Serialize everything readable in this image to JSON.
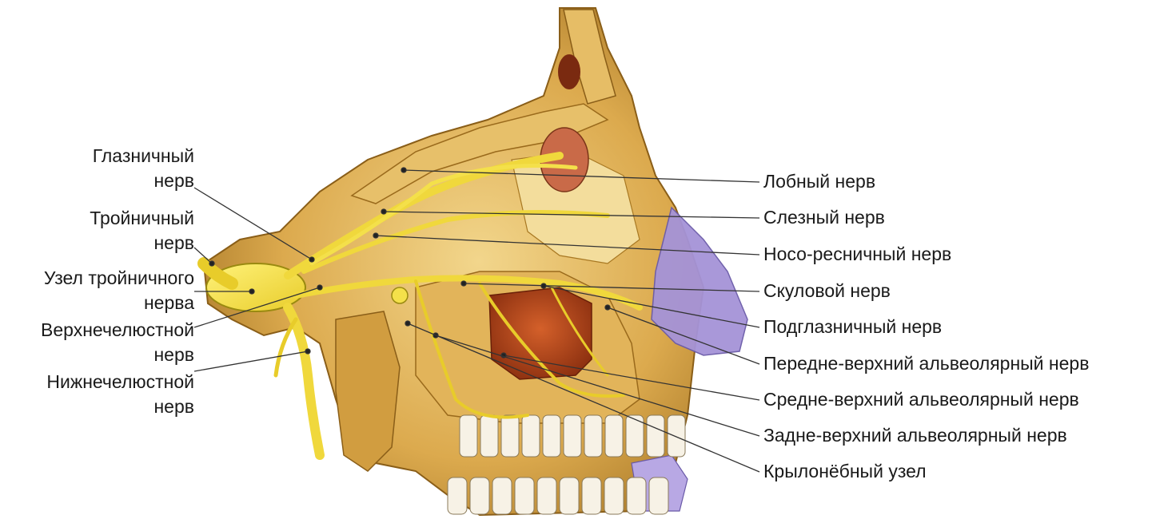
{
  "left_labels": [
    {
      "lines": [
        "Глазничный",
        "нерв"
      ]
    },
    {
      "lines": [
        "Тройничный",
        "нерв"
      ]
    },
    {
      "lines": [
        "Узел тройничного",
        "нерва"
      ]
    },
    {
      "lines": [
        "Верхнечелюстной",
        "нерв"
      ]
    },
    {
      "lines": [
        "Нижнечелюстной",
        "нерв"
      ]
    }
  ],
  "right_labels": [
    "Лобный нерв",
    "Слезный нерв",
    "Носо-ресничный нерв",
    "Скуловой нерв",
    "Подглазничный нерв",
    "Передне-верхний альвеолярный нерв",
    "Средне-верхний альвеолярный нерв",
    "Задне-верхний альвеолярный нерв",
    "Крылонёбный узел"
  ],
  "colors": {
    "bone": "#d9a94a",
    "bone_shadow": "#a87822",
    "bone_light": "#f0d58c",
    "nerve": "#f4e04a",
    "nerve_outline": "#9a8a10",
    "sinus": "#b84a1c",
    "cartilage": "#a593d8",
    "teeth": "#f7f2e6",
    "leader": "#333333"
  }
}
